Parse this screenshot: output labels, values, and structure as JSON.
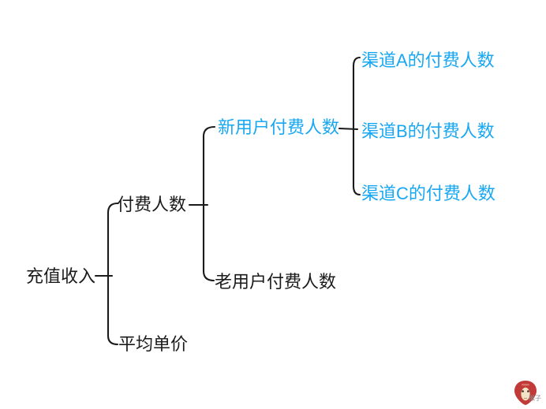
{
  "colors": {
    "background": "#ffffff",
    "text_default": "#1a1a1a",
    "text_highlight": "#18a7f2",
    "line": "#1a1a1a",
    "watermark_red": "#c03a38",
    "watermark_face": "#f2e3c8",
    "watermark_gray": "#8d8d8d"
  },
  "tree": {
    "root": {
      "label": "充值收入",
      "children": [
        {
          "label": "付费人数",
          "children": [
            {
              "label": "新用户付费人数",
              "highlighted": true,
              "children": [
                {
                  "label": "渠道A的付费人数",
                  "highlighted": true
                },
                {
                  "label": "渠道B的付费人数",
                  "highlighted": true
                },
                {
                  "label": "渠道C的付费人数",
                  "highlighted": true
                }
              ]
            },
            {
              "label": "老用户付费人数",
              "highlighted": false
            }
          ]
        },
        {
          "label": "平均单价",
          "highlighted": false
        }
      ]
    }
  },
  "watermark": {
    "label": "猴子"
  }
}
